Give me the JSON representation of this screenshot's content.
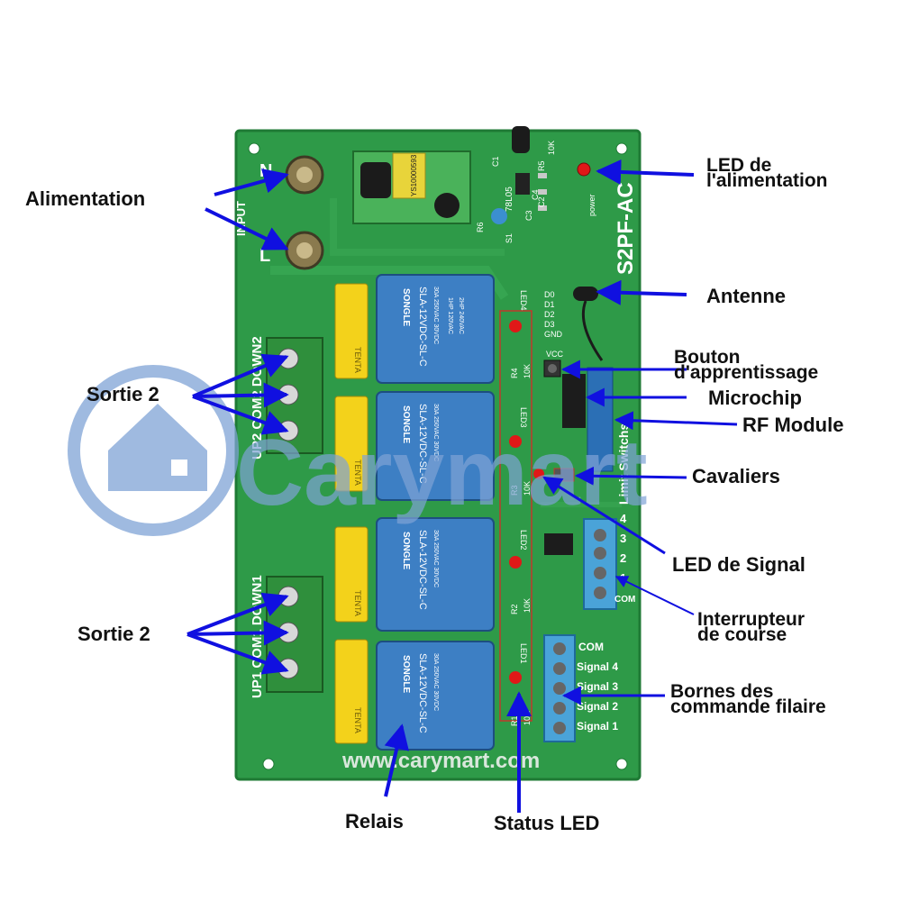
{
  "labels": {
    "alimentation": "Alimentation",
    "led_alim_line1": "LED de",
    "led_alim_line2": "l'alimentation",
    "antenne": "Antenne",
    "bouton_line1": "Bouton",
    "bouton_line2": "d'apprentissage",
    "microchip": "Microchip",
    "rf_module": "RF Module",
    "cavaliers": "Cavaliers",
    "sortie_a": "Sortie 2",
    "sortie_b": "Sortie 2",
    "led_signal": "LED de Signal",
    "interrupteur_line1": "Interrupteur",
    "interrupteur_line2": "de course",
    "bornes_line1": "Bornes des",
    "bornes_line2": "commande filaire",
    "relais": "Relais",
    "status_led": "Status LED"
  },
  "board": {
    "model": "S2PF-AC",
    "website": "www.carymart.com",
    "input_label": "INPUT",
    "n_label": "N",
    "l_label": "L",
    "power_label": "power",
    "output_top": "UP2  COM2  DOWN2",
    "output_bottom": "UP1  COM1  DOWN1",
    "limit_label": "Limit Switchs",
    "psu_code": "YS10000593",
    "regulator": "78L05",
    "relay_brand": "SONGLE",
    "relay_model": "SLA-12VDC-SL-C",
    "relay_rating_1": "30A 250VAC 30VDC",
    "relay_rating_2": "1HP 120VAC",
    "relay_rating_3": "2HP 240VAC",
    "fuse_brand": "TENTA",
    "resistor_value": "10K",
    "led_names": [
      "LED4",
      "LED3",
      "LED2",
      "LED1"
    ],
    "resistor_names": [
      "R4",
      "R3",
      "R2",
      "R1"
    ],
    "data_pins": [
      "D0",
      "D1",
      "D2",
      "D3",
      "GND"
    ],
    "vcc_label": "VCC",
    "limit_terminals": [
      "4",
      "3",
      "2",
      "1",
      "COM"
    ],
    "signal_terminals": [
      "COM",
      "Signal 4",
      "Signal 3",
      "Signal 2",
      "Signal 1"
    ],
    "caps": [
      "C1",
      "C2",
      "C3",
      "C4",
      "R5",
      "R6",
      "S1"
    ]
  },
  "watermark": "Carymart",
  "colors": {
    "board": "#2e9a48",
    "board_edge": "#1f7a35",
    "relay": "#3d7fc4",
    "fuse": "#f3d21b",
    "terminal_green": "#2f8f3c",
    "terminal_blue": "#4aa3d8",
    "arrow": "#1010e0",
    "led": "#e01818",
    "watermark": "#7fa3d6"
  }
}
